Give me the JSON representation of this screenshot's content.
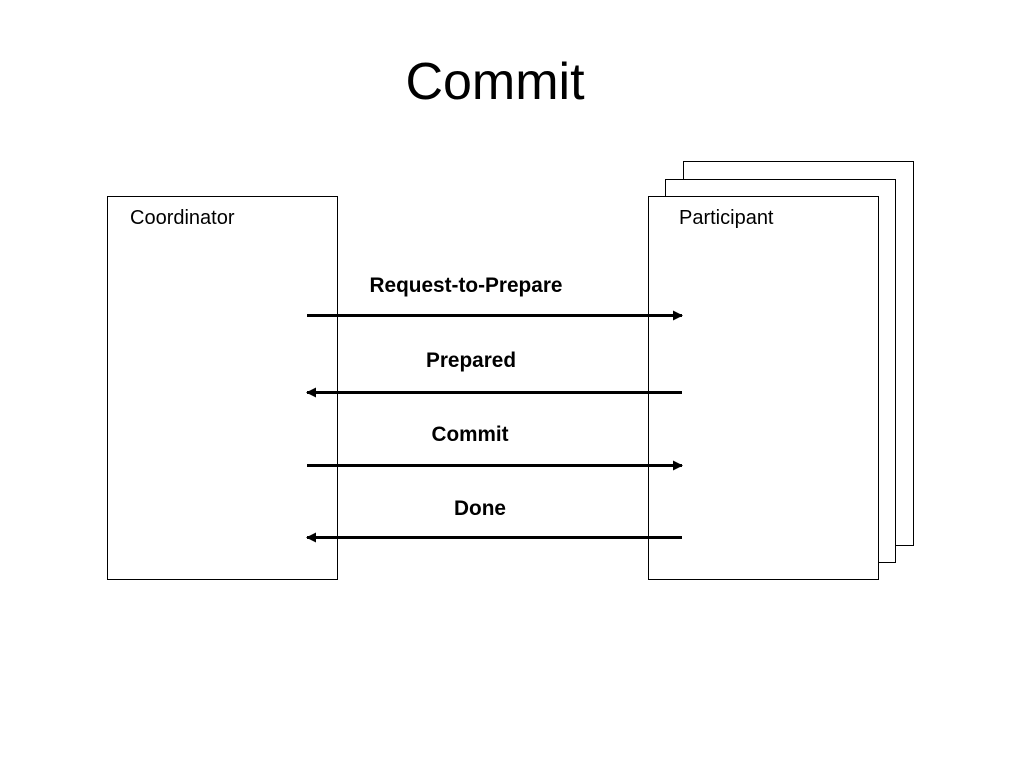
{
  "slide": {
    "title": "Commit"
  },
  "coordinator": {
    "label": "Coordinator"
  },
  "participant": {
    "label": "Participant"
  },
  "messages": [
    {
      "label": "Request-to-Prepare",
      "direction": "to-participant"
    },
    {
      "label": "Prepared",
      "direction": "to-coordinator"
    },
    {
      "label": "Commit",
      "direction": "to-participant"
    },
    {
      "label": "Done",
      "direction": "to-coordinator"
    }
  ],
  "colors": {
    "stroke": "#000000",
    "background": "#ffffff"
  }
}
